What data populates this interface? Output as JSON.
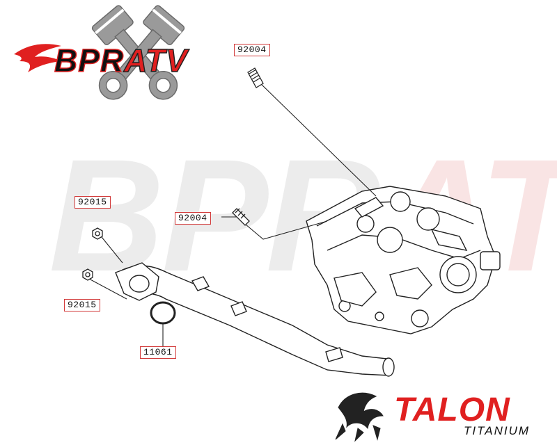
{
  "brand_logo": {
    "bpr_text": "BPR",
    "atv_text": "ATV"
  },
  "watermark": {
    "bpr_text": "BPR",
    "atv_text": "ATV"
  },
  "part_labels": {
    "cylinder_head_top": "92004",
    "cylinder_head_side": "92004",
    "nut_upper": "92015",
    "nut_lower": "92015",
    "gasket_ring": "11061"
  },
  "talon_logo": {
    "title": "TALON",
    "subtitle": "TITANIUM"
  },
  "colors": {
    "accent_red": "#e02020",
    "label_border": "#d23a3a",
    "line_art": "#222222",
    "watermark_gray": "#aaaaaa"
  }
}
